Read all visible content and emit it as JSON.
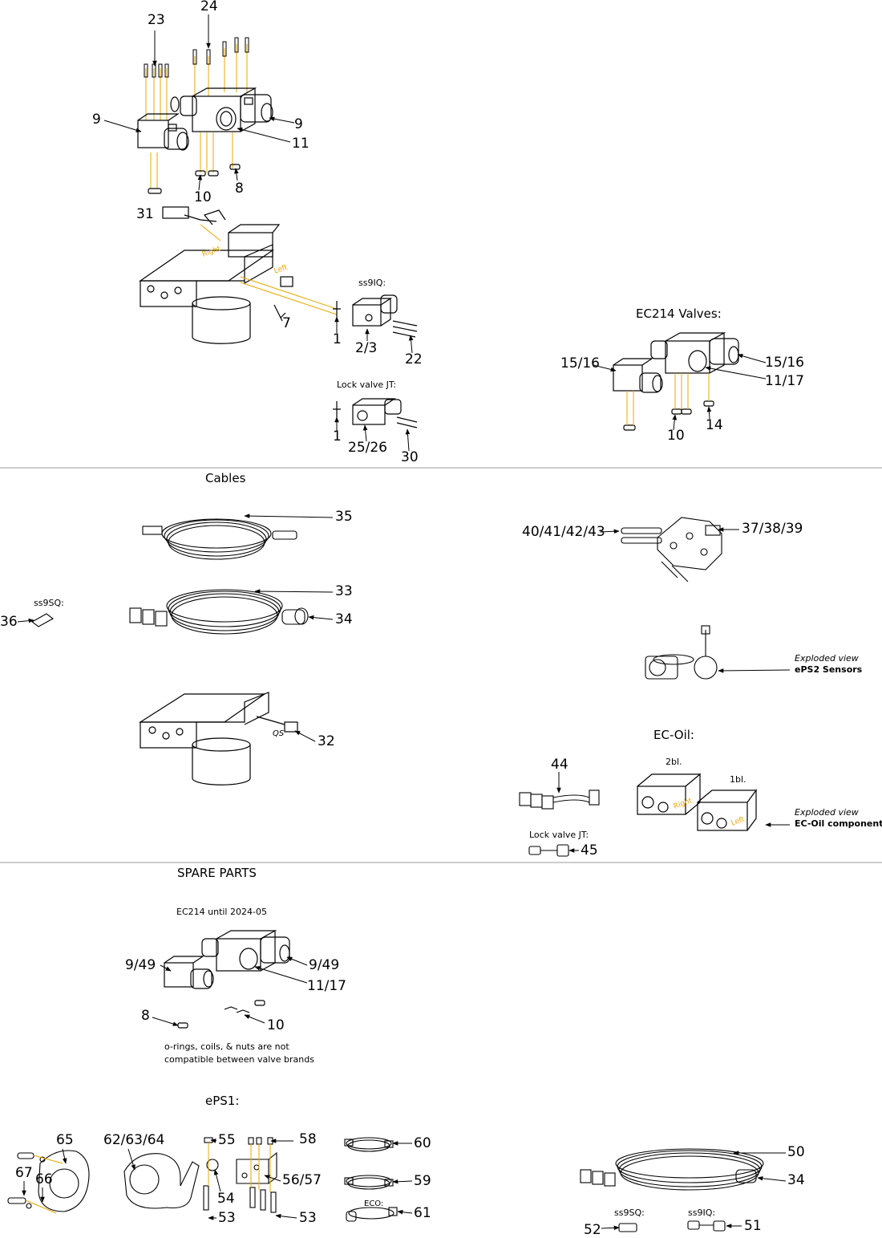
{
  "colors": {
    "ink": "#000000",
    "accent": "#e8a800",
    "divider": "#999999"
  },
  "sections": {
    "cables": "Cables",
    "spare_parts": "SPARE PARTS"
  },
  "subtitles": {
    "ec214_valves": "EC214 Valves:",
    "ss9iq_top": "ss9IQ:",
    "lock_valve_top": "Lock valve JT:",
    "ss9sq_cables": "ss9SQ:",
    "ec_oil": "EC-Oil:",
    "lock_valve_ecoil": "Lock valve JT:",
    "ec214_until": "EC214 until 2024-05",
    "eps1": "ePS1:",
    "eco": "ECO:",
    "ss9sq_bottom": "ss9SQ:",
    "ss9iq_bottom": "ss9IQ:",
    "two_bl": "2bl.",
    "one_bl": "1bl."
  },
  "annotations": {
    "exploded_view_1": "Exploded view",
    "eps2_sensors": "ePS2 Sensors",
    "exploded_view_2": "Exploded view",
    "ec_oil_components": "EC-Oil components",
    "note_line1": "o-rings, coils, & nuts are not",
    "note_line2": "compatible between valve brands",
    "right_1": "Right",
    "left_1": "Left",
    "qs": "QS",
    "right_2": "Right",
    "left_2": "Left"
  },
  "labels": {
    "l23": "23",
    "l24": "24",
    "l9a": "9",
    "l9b": "9",
    "l11": "11",
    "l10a": "10",
    "l8a": "8",
    "l31": "31",
    "l7": "7",
    "l1a": "1",
    "l2_3": "2/3",
    "l22": "22",
    "l1b": "1",
    "l25_26": "25/26",
    "l30": "30",
    "l15_16a": "15/16",
    "l15_16b": "15/16",
    "l11_17a": "11/17",
    "l10b": "10",
    "l14": "14",
    "l35": "35",
    "l33": "33",
    "l34a": "34",
    "l36": "36",
    "l32": "32",
    "l40_43": "40/41/42/43",
    "l37_39": "37/38/39",
    "l44": "44",
    "l45": "45",
    "l9_49a": "9/49",
    "l9_49b": "9/49",
    "l11_17b": "11/17",
    "l8b": "8",
    "l10c": "10",
    "l65": "65",
    "l62_64": "62/63/64",
    "l55": "55",
    "l58": "58",
    "l60": "60",
    "l67": "67",
    "l66": "66",
    "l56_57": "56/57",
    "l59": "59",
    "l54": "54",
    "l53a": "53",
    "l53b": "53",
    "l61": "61",
    "l50": "50",
    "l34b": "34",
    "l52": "52",
    "l51": "51"
  }
}
